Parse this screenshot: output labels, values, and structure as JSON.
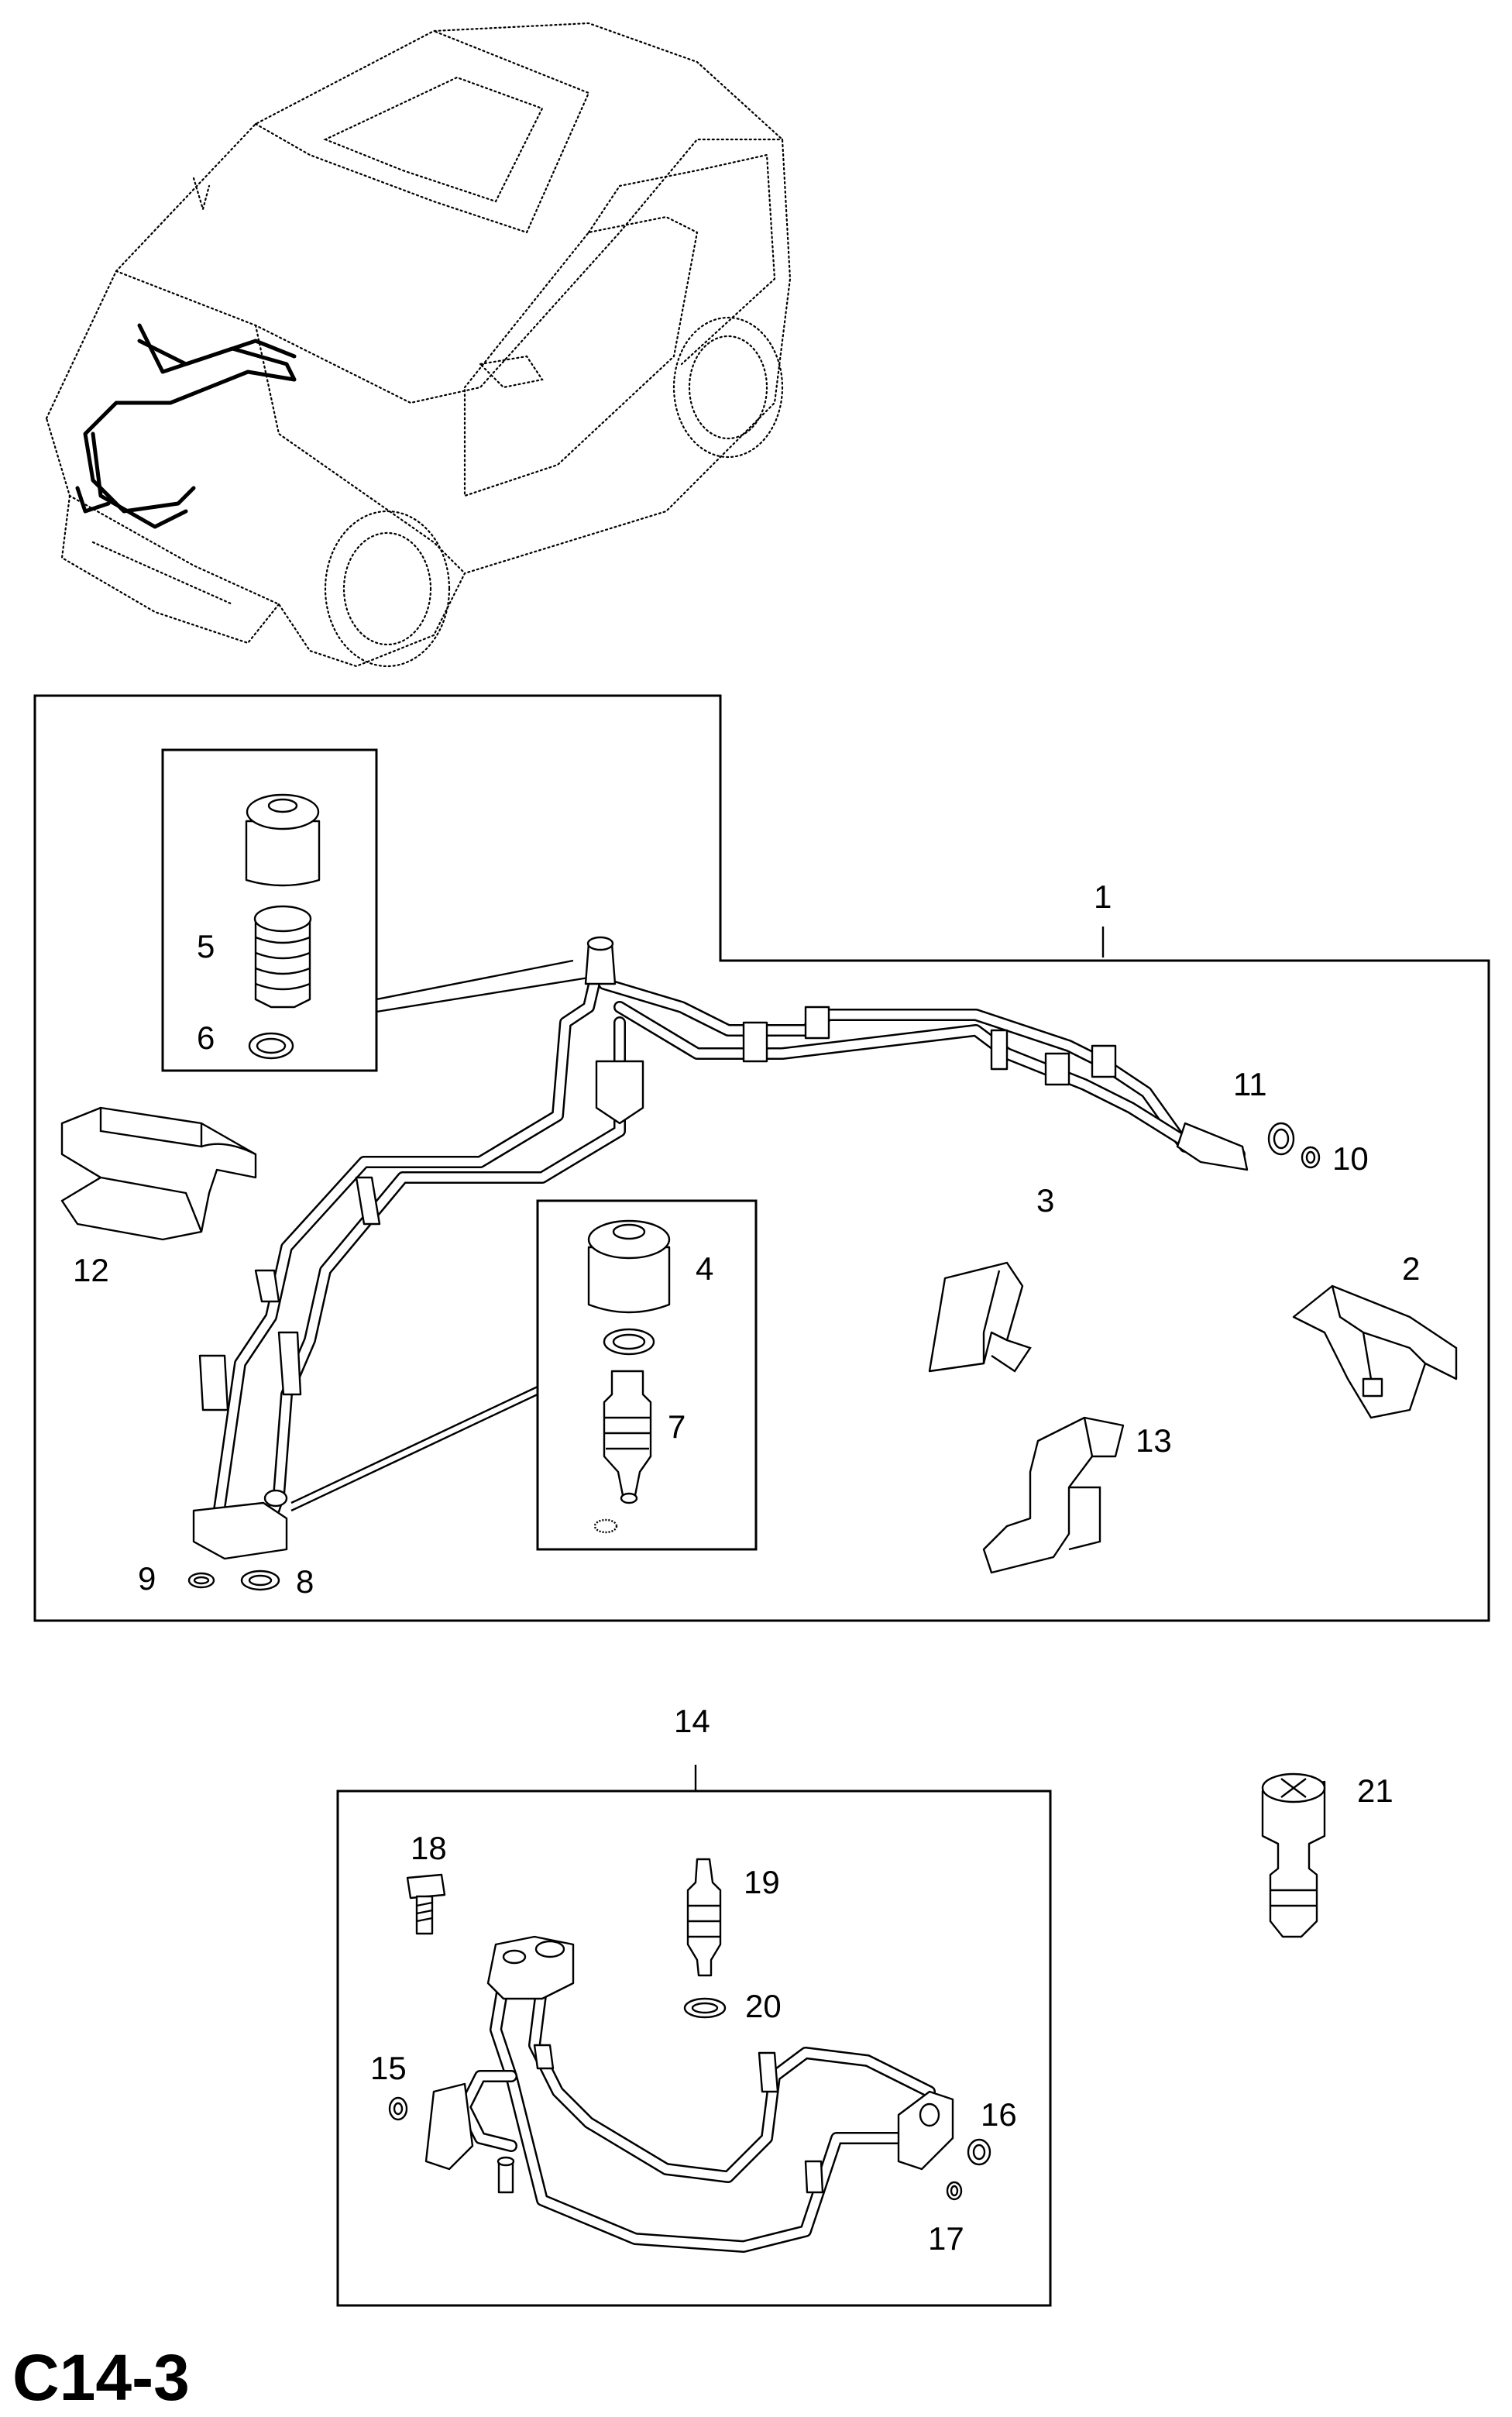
{
  "diagram": {
    "code": "C14-3",
    "callouts": {
      "c1": "1",
      "c2": "2",
      "c3": "3",
      "c4": "4",
      "c5": "5",
      "c6": "6",
      "c7": "7",
      "c8": "8",
      "c9": "9",
      "c10": "10",
      "c11": "11",
      "c12": "12",
      "c13": "13",
      "c14": "14",
      "c15": "15",
      "c16": "16",
      "c17": "17",
      "c18": "18",
      "c19": "19",
      "c20": "20",
      "c21": "21"
    }
  }
}
